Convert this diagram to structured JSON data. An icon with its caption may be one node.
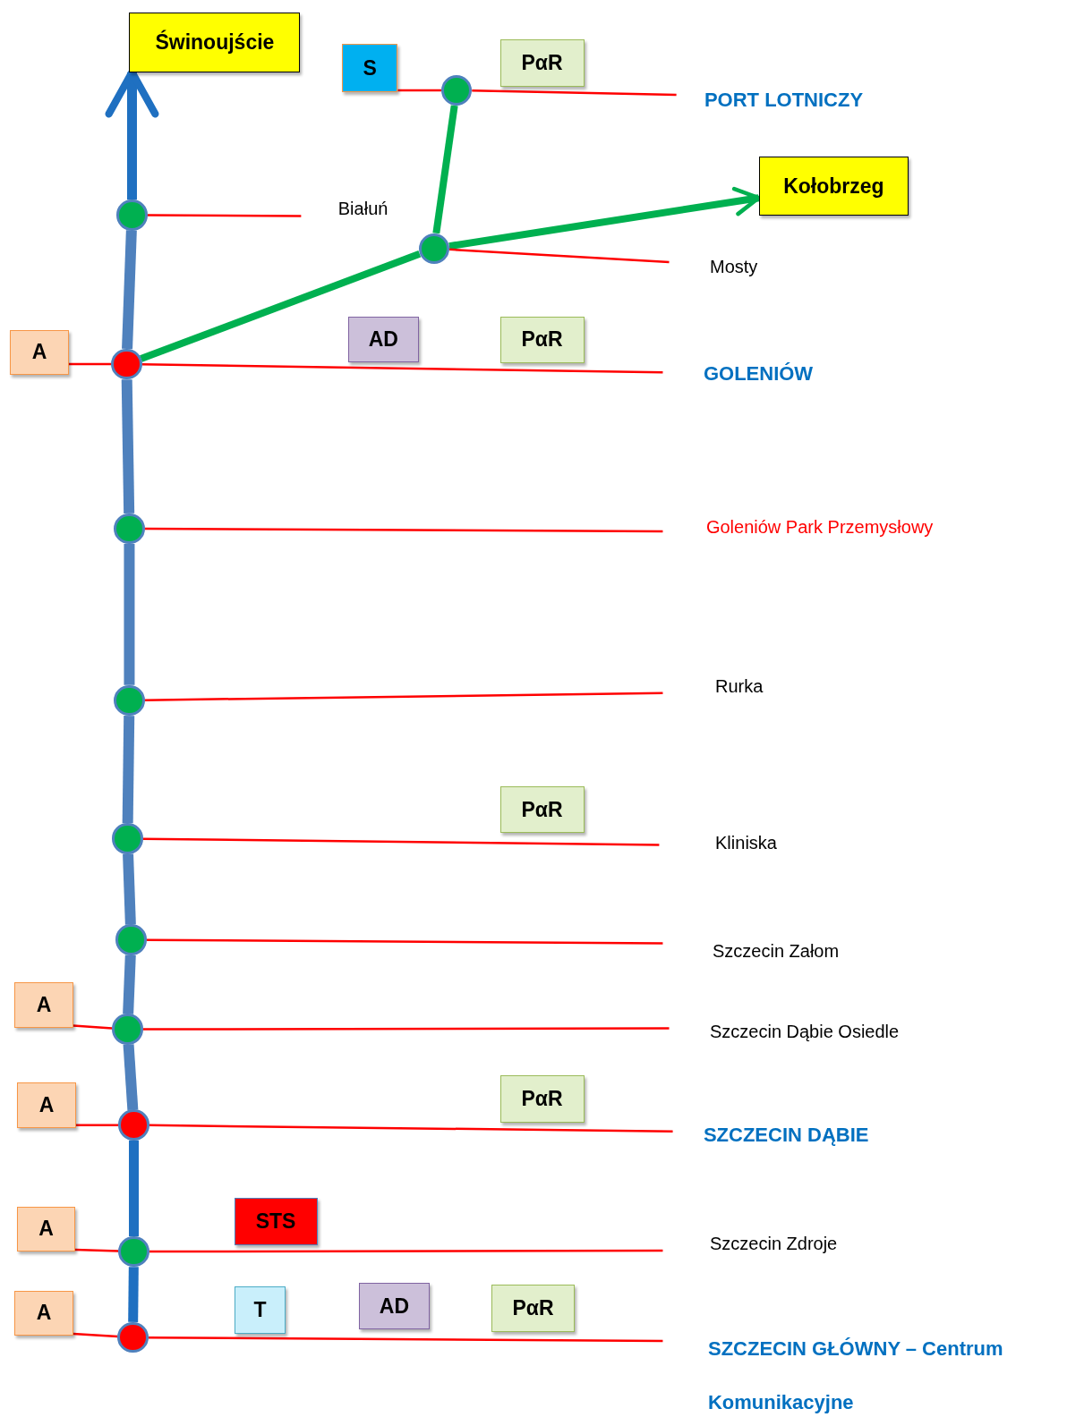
{
  "diagram": {
    "nodes": [
      {
        "text": [
          "Świnoujście"
        ]
      },
      {
        "text": [
          "S"
        ]
      },
      {
        "text": [],
        "shape": "circle"
      },
      {
        "text": [
          "PαR"
        ]
      },
      {
        "text": [
          "PORT LOTNICZY"
        ]
      },
      {
        "text": [
          "Kołobrzeg"
        ]
      },
      {
        "text": [],
        "shape": "circle"
      },
      {
        "text": [
          "Białuń"
        ]
      },
      {
        "text": [],
        "shape": "circle"
      },
      {
        "text": [
          "Mosty"
        ]
      },
      {
        "text": [
          "A"
        ]
      },
      {
        "text": [],
        "shape": "circle"
      },
      {
        "text": [
          "AD"
        ]
      },
      {
        "text": [
          "PαR"
        ]
      },
      {
        "text": [
          "GOLENIÓW"
        ]
      },
      {
        "text": [],
        "shape": "circle"
      },
      {
        "text": [
          "Goleniów Park Przemysłowy"
        ]
      },
      {
        "text": [],
        "shape": "circle"
      },
      {
        "text": [
          "Rurka"
        ]
      },
      {
        "text": [
          "PαR"
        ]
      },
      {
        "text": [],
        "shape": "circle"
      },
      {
        "text": [
          "Kliniska"
        ]
      },
      {
        "text": [],
        "shape": "circle"
      },
      {
        "text": [
          "Szczecin Załom"
        ]
      },
      {
        "text": [
          "A"
        ]
      },
      {
        "text": [],
        "shape": "circle"
      },
      {
        "text": [
          "Szczecin Dąbie Osiedle"
        ]
      },
      {
        "text": [
          "A"
        ]
      },
      {
        "text": [],
        "shape": "circle"
      },
      {
        "text": [
          "PαR"
        ]
      },
      {
        "text": [
          "SZCZECIN DĄBIE"
        ]
      },
      {
        "text": [
          "A"
        ]
      },
      {
        "text": [
          "STS"
        ]
      },
      {
        "text": [],
        "shape": "circle"
      },
      {
        "text": [
          "Szczecin Zdroje"
        ]
      },
      {
        "text": [
          "A"
        ]
      },
      {
        "text": [
          "T"
        ]
      },
      {
        "text": [
          "AD"
        ]
      },
      {
        "text": [
          "PαR"
        ]
      },
      {
        "text": [],
        "shape": "circle"
      },
      {
        "text": [
          "SZCZECIN GŁÓWNY – Centrum Komunikacyjne"
        ]
      }
    ],
    "edges": [
      {
        "from": 6,
        "to": 0,
        "arrow": "to",
        "style": "thick",
        "color": "#1f70c1"
      },
      {
        "from": 11,
        "to": 6,
        "arrow": "none",
        "style": "thick",
        "color": "#4f81bd"
      },
      {
        "from": 15,
        "to": 11,
        "arrow": "none",
        "style": "thick",
        "color": "#4f81bd"
      },
      {
        "from": 17,
        "to": 15,
        "arrow": "none",
        "style": "thick",
        "color": "#4f81bd"
      },
      {
        "from": 20,
        "to": 17,
        "arrow": "none",
        "style": "thick",
        "color": "#4f81bd"
      },
      {
        "from": 22,
        "to": 20,
        "arrow": "none",
        "style": "thick",
        "color": "#4f81bd"
      },
      {
        "from": 25,
        "to": 22,
        "arrow": "none",
        "style": "thick",
        "color": "#4f81bd"
      },
      {
        "from": 28,
        "to": 25,
        "arrow": "none",
        "style": "thick",
        "color": "#4f81bd"
      },
      {
        "from": 33,
        "to": 28,
        "arrow": "none",
        "style": "thick",
        "color": "#1f70c1"
      },
      {
        "from": 39,
        "to": 33,
        "arrow": "none",
        "style": "thick",
        "color": "#1f70c1"
      },
      {
        "from": 11,
        "to": 8,
        "arrow": "none",
        "style": "thick",
        "color": "#00b050"
      },
      {
        "from": 8,
        "to": 5,
        "arrow": "to",
        "style": "thick",
        "color": "#00b050"
      },
      {
        "from": 8,
        "to": 2,
        "arrow": "none",
        "style": "thick",
        "color": "#00b050"
      },
      {
        "from": 1,
        "to": 2,
        "arrow": "none",
        "color": "#ff0000"
      },
      {
        "from": 10,
        "to": 11,
        "arrow": "none",
        "color": "#ff0000"
      },
      {
        "from": 24,
        "to": 25,
        "arrow": "none",
        "color": "#ff0000"
      },
      {
        "from": 27,
        "to": 28,
        "arrow": "none",
        "color": "#ff0000"
      },
      {
        "from": 31,
        "to": 33,
        "arrow": "none",
        "color": "#ff0000"
      },
      {
        "from": 35,
        "to": 39,
        "arrow": "none",
        "color": "#ff0000"
      },
      {
        "from": 2,
        "to": 4,
        "arrow": "none",
        "color": "#ff0000"
      },
      {
        "from": 6,
        "to": 7,
        "arrow": "none",
        "color": "#ff0000"
      },
      {
        "from": 8,
        "to": 9,
        "arrow": "none",
        "color": "#ff0000"
      },
      {
        "from": 11,
        "to": 14,
        "arrow": "none",
        "color": "#ff0000"
      },
      {
        "from": 15,
        "to": 16,
        "arrow": "none",
        "color": "#ff0000"
      },
      {
        "from": 17,
        "to": 18,
        "arrow": "none",
        "color": "#ff0000"
      },
      {
        "from": 20,
        "to": 21,
        "arrow": "none",
        "color": "#ff0000"
      },
      {
        "from": 22,
        "to": 23,
        "arrow": "none",
        "color": "#ff0000"
      },
      {
        "from": 25,
        "to": 26,
        "arrow": "none",
        "color": "#ff0000"
      },
      {
        "from": 28,
        "to": 30,
        "arrow": "none",
        "color": "#ff0000"
      },
      {
        "from": 33,
        "to": 34,
        "arrow": "none",
        "color": "#ff0000"
      },
      {
        "from": 39,
        "to": 40,
        "arrow": "none",
        "color": "#ff0000"
      }
    ]
  }
}
